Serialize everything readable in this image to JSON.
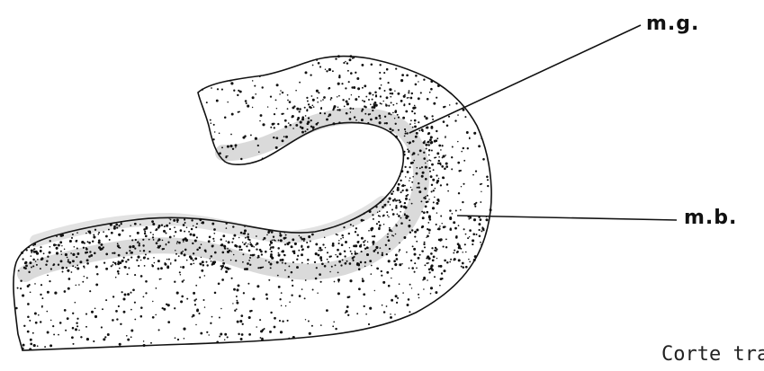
{
  "figure": {
    "labels": {
      "mg": "m.g.",
      "mb": "m.b."
    },
    "caption": "Corte tra"
  },
  "colors": {
    "ink": "#111111",
    "background": "#ffffff"
  }
}
